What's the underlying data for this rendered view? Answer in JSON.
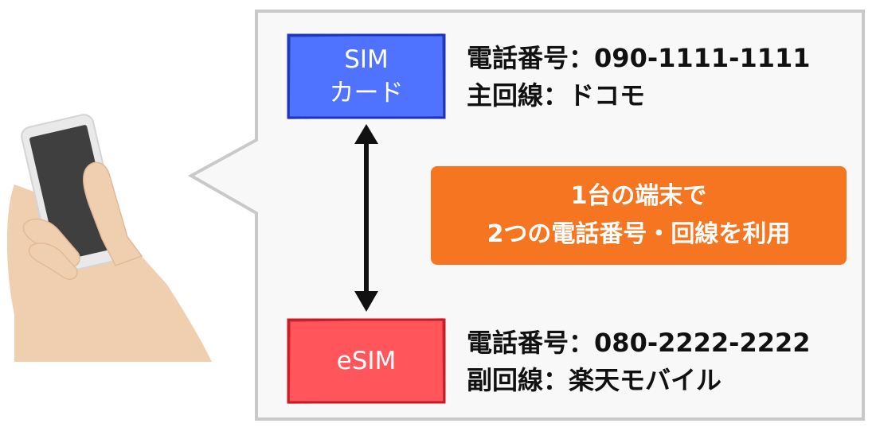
{
  "sim_card": {
    "line1": "SIM",
    "line2": "カード",
    "phone_label": "電話番号",
    "phone_number": "090-1111-1111",
    "line_label": "主回線",
    "carrier": "ドコモ"
  },
  "esim": {
    "label": "eSIM",
    "phone_label": "電話番号",
    "phone_number": "080-2222-2222",
    "line_label": "副回線",
    "carrier": "楽天モバイル"
  },
  "separator": "：",
  "note": {
    "line1": "1台の端末で",
    "line2": "2つの電話番号・回線を利用"
  },
  "colors": {
    "sim_fill": "#4f73ff",
    "sim_border": "#1f35b8",
    "esim_fill": "#ff555b",
    "esim_border": "#c71c24",
    "note_fill": "#f57520",
    "panel_fill": "#f8f8f8",
    "panel_border": "#c9c9c9",
    "skin": "#f0cfb0",
    "phone_body": "#e9e9e9",
    "phone_screen": "#3f3f3f"
  }
}
